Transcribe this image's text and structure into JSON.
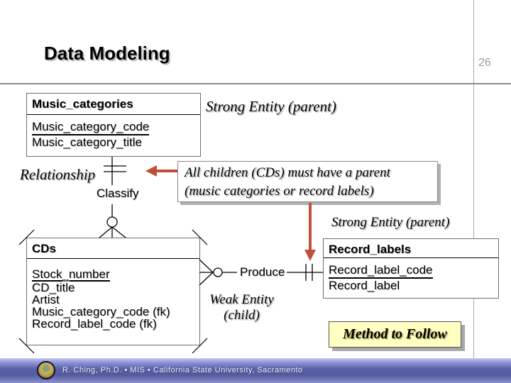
{
  "slide": {
    "title": "Data Modeling",
    "page_number": "26"
  },
  "entities": {
    "music_categories": {
      "name": "Music_categories",
      "attributes": [
        "Music_category_code",
        "Music_category_title"
      ]
    },
    "cds": {
      "name": "CDs",
      "attributes": [
        "Stock_number",
        "CD_title",
        "Artist",
        "Music_category_code (fk)",
        "Record_label_code (fk)"
      ]
    },
    "record_labels": {
      "name": "Record_labels",
      "attributes": [
        "Record_label_code",
        "Record_label"
      ]
    }
  },
  "relationships": {
    "classify_label": "Classify",
    "produce_label": "Produce"
  },
  "annotations": {
    "relationship_label": "Relationship",
    "strong_entity_top": "Strong Entity (parent)",
    "strong_entity_bottom": "Strong Entity (parent)",
    "weak_entity_line1": "Weak Entity",
    "weak_entity_line2": "(child)",
    "callout_line1": "All children (CDs) must have a parent",
    "callout_line2": "(music categories or record labels)",
    "method_to_follow": "Method to Follow"
  },
  "footer": {
    "text": "R. Ching, Ph.D. ▪ MIS ▪ California State University, Sacramento"
  },
  "colors": {
    "arrow_red": "#C0503A",
    "highlight_yellow": "#FFFFC2",
    "guide_line_gray": "#AAAAAA"
  }
}
